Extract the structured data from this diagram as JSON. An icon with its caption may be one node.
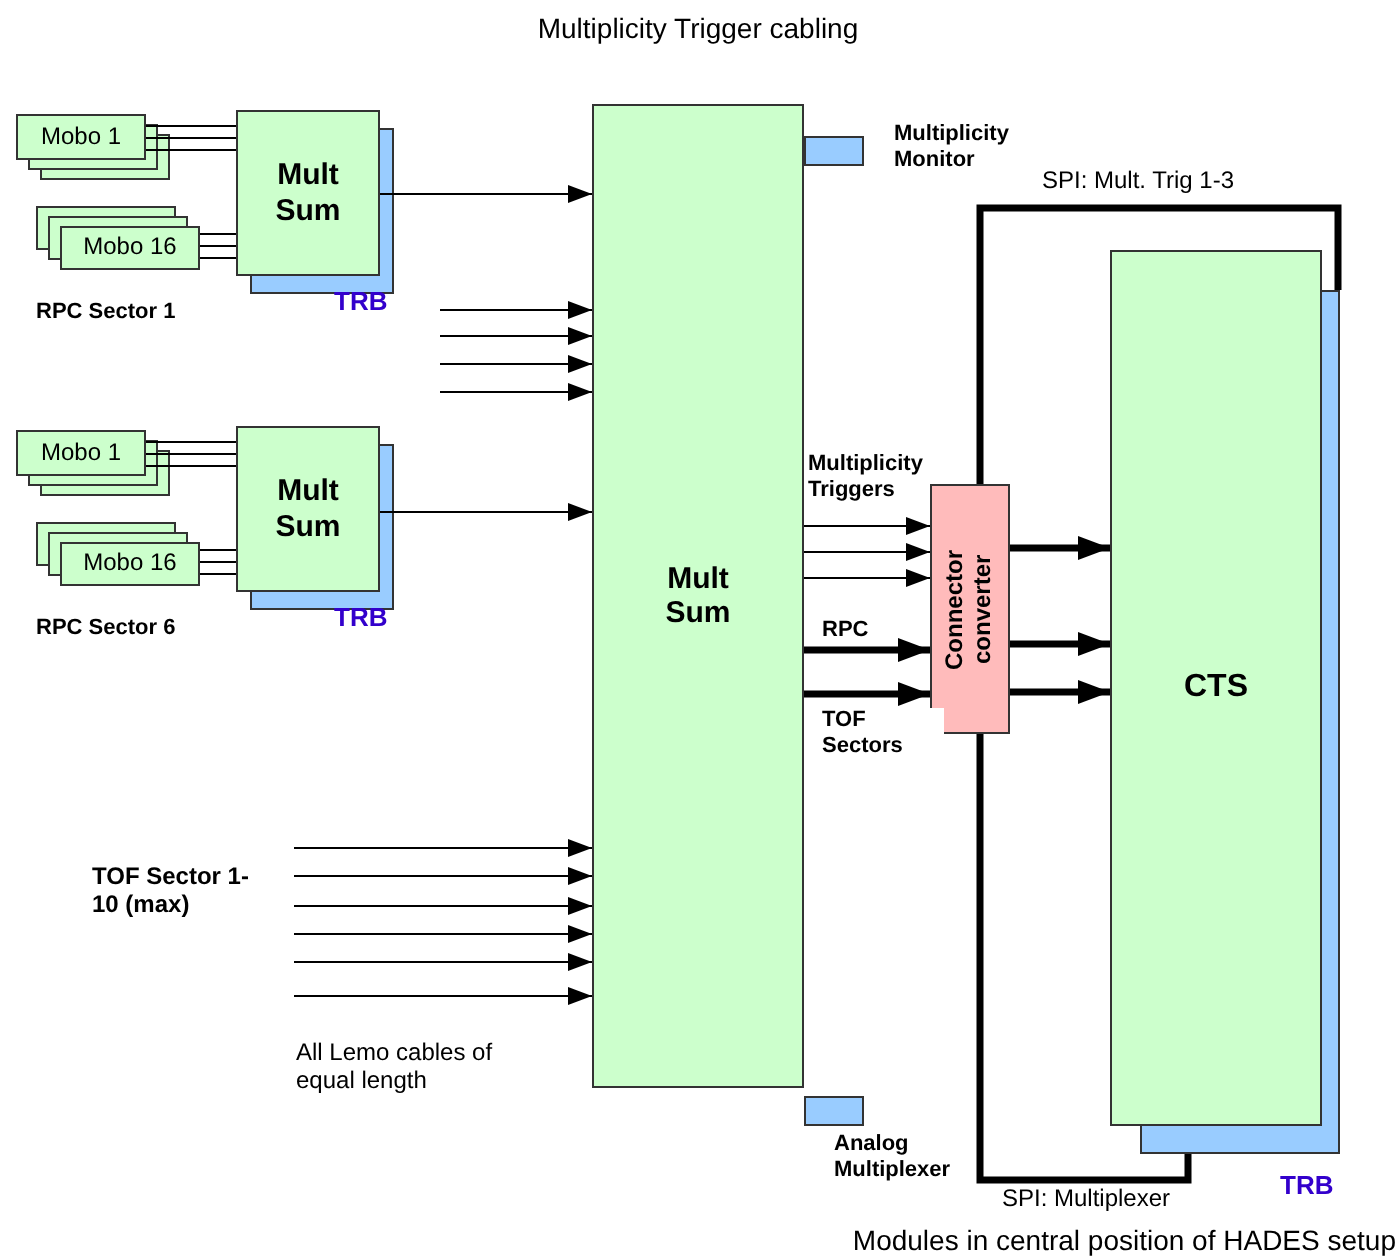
{
  "diagram": {
    "title": "Multiplicity Trigger cabling",
    "caption": "Modules in central position of HADES setup",
    "nodes": [
      {
        "text": [
          "Mobo 1"
        ]
      },
      {
        "text": [
          "Mobo 16"
        ]
      },
      {
        "text": [
          "Mult Sum"
        ],
        "beside": [
          "TRB"
        ]
      },
      {
        "text": [
          "Mobo 1"
        ]
      },
      {
        "text": [
          "Mobo 16"
        ]
      },
      {
        "text": [
          "Mult Sum"
        ],
        "beside": [
          "TRB"
        ]
      },
      {
        "text": [
          "Mult Sum"
        ]
      },
      {
        "text": [
          "Multiplicity Monitor"
        ]
      },
      {
        "text": [
          "Analog Multiplexer"
        ]
      },
      {
        "text": [
          "Connector converter"
        ]
      },
      {
        "text": [
          "CTS"
        ],
        "beside": [
          "TRB"
        ]
      }
    ],
    "edges": [
      {
        "from": 0,
        "to": 2,
        "arrow": "none"
      },
      {
        "from": 0,
        "to": 2,
        "arrow": "none"
      },
      {
        "from": 0,
        "to": 2,
        "arrow": "none"
      },
      {
        "from": 1,
        "to": 2,
        "arrow": "none"
      },
      {
        "from": 1,
        "to": 2,
        "arrow": "none"
      },
      {
        "from": 1,
        "to": 2,
        "arrow": "none"
      },
      {
        "from": 2,
        "to": 6,
        "arrow": "to"
      },
      {
        "from": null,
        "to": 6,
        "arrow": "to"
      },
      {
        "from": null,
        "to": 6,
        "arrow": "to"
      },
      {
        "from": null,
        "to": 6,
        "arrow": "to"
      },
      {
        "from": null,
        "to": 6,
        "arrow": "to"
      },
      {
        "from": 3,
        "to": 5,
        "arrow": "none"
      },
      {
        "from": 3,
        "to": 5,
        "arrow": "none"
      },
      {
        "from": 3,
        "to": 5,
        "arrow": "none"
      },
      {
        "from": 4,
        "to": 5,
        "arrow": "none"
      },
      {
        "from": 4,
        "to": 5,
        "arrow": "none"
      },
      {
        "from": 4,
        "to": 5,
        "arrow": "none"
      },
      {
        "from": 5,
        "to": 6,
        "arrow": "to"
      },
      {
        "from": null,
        "to": 6,
        "arrow": "to"
      },
      {
        "from": null,
        "to": 6,
        "arrow": "to"
      },
      {
        "from": null,
        "to": 6,
        "arrow": "to"
      },
      {
        "from": null,
        "to": 6,
        "arrow": "to"
      },
      {
        "from": null,
        "to": 6,
        "arrow": "to"
      },
      {
        "from": null,
        "to": 6,
        "arrow": "to"
      },
      {
        "from": 6,
        "to": 9,
        "arrow": "to",
        "label": "Multiplicity Triggers"
      },
      {
        "from": 6,
        "to": 9,
        "arrow": "to"
      },
      {
        "from": 6,
        "to": 9,
        "arrow": "to"
      },
      {
        "from": 6,
        "to": 9,
        "arrow": "to",
        "label": "RPC",
        "style": "thick"
      },
      {
        "from": 6,
        "to": 9,
        "arrow": "to",
        "label": "TOF Sectors",
        "style": "thick"
      },
      {
        "from": 9,
        "to": 10,
        "arrow": "none",
        "label": "SPI: Mult. Trig 1-3",
        "style": "thick"
      },
      {
        "from": 9,
        "to": 10,
        "arrow": "to",
        "style": "thick"
      },
      {
        "from": 9,
        "to": 10,
        "arrow": "to",
        "style": "thick"
      },
      {
        "from": 9,
        "to": 10,
        "arrow": "to",
        "style": "thick"
      },
      {
        "from": 9,
        "to": 10,
        "arrow": "none",
        "label": "SPI: Multiplexer",
        "style": "thick"
      }
    ],
    "labels": [
      "RPC Sector 1",
      "RPC Sector 6",
      "TOF Sector 1-10 (max)",
      "All Lemo cables of equal length"
    ]
  }
}
